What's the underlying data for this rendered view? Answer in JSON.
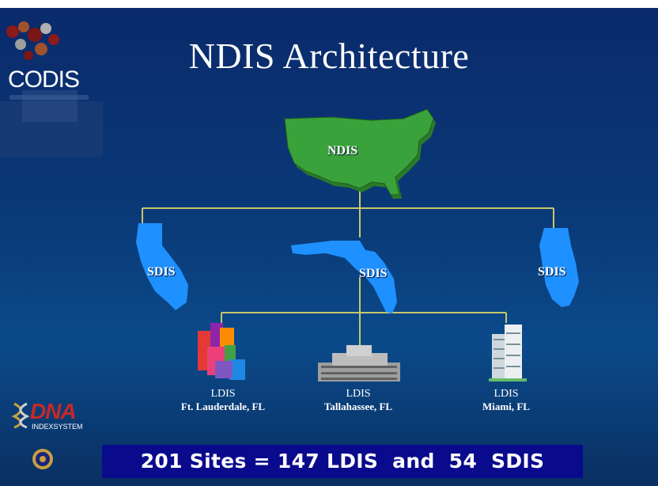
{
  "title": "NDIS Architecture",
  "logos": {
    "codis": "CODIS",
    "dna_main": "DNA",
    "dna_sub": "INDEXSYSTEM"
  },
  "nodes": {
    "ndis": "NDIS",
    "sdis_left": "SDIS",
    "sdis_center": "SDIS",
    "sdis_right": "SDIS"
  },
  "ldis": [
    {
      "type": "LDIS",
      "location": "Ft. Lauderdale, FL"
    },
    {
      "type": "LDIS",
      "location": "Tallahassee, FL"
    },
    {
      "type": "LDIS",
      "location": "Miami, FL"
    }
  ],
  "summary": "201 Sites = 147 LDIS  and  54  SDIS",
  "colors": {
    "background": "#0a3a78",
    "usa_map": "#3aa23a",
    "state_maps": "#1e90ff",
    "connector": "#c8c86a",
    "summary_bar": "#0a0a8c"
  }
}
